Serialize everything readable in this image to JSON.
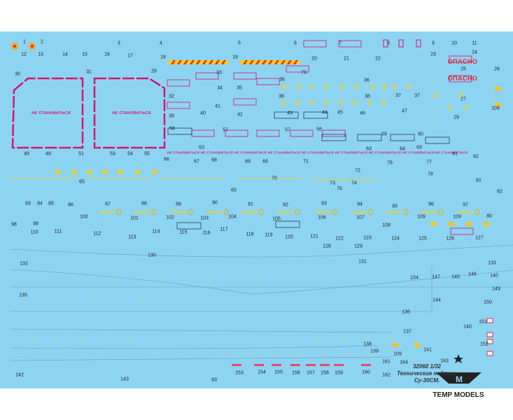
{
  "sheet": {
    "background_color": "#8dd4f3",
    "accent_pink": "#d8126e",
    "accent_yellow": "#f2cf1d",
    "accent_red": "#e8262f"
  },
  "caption": {
    "code": "32060 1/32",
    "line1": "Технические надписи",
    "line2": "Су-30СМ."
  },
  "logo": {
    "text": "TEMP MODELS",
    "mark": "M"
  },
  "warnings": {
    "do_not_step": "НЕ СТАНОВИТЬСЯ",
    "danger": "ОПАСНО"
  },
  "decal_numbers": [
    "1",
    "2",
    "3",
    "4",
    "5",
    "6",
    "7",
    "8",
    "9",
    "10",
    "11",
    "12",
    "13",
    "14",
    "15",
    "16",
    "17",
    "18",
    "19",
    "20",
    "21",
    "22",
    "23",
    "24",
    "30",
    "31",
    "28",
    "33",
    "79",
    "25",
    "26",
    "36",
    "36",
    "34",
    "35",
    "32",
    "38",
    "38",
    "37",
    "37",
    "27",
    "109",
    "39",
    "40",
    "41",
    "42",
    "43",
    "44",
    "45",
    "46",
    "47",
    "29",
    "56",
    "57",
    "57",
    "58",
    "59",
    "60",
    "63",
    "63",
    "64",
    "63",
    "61",
    "62",
    "48",
    "49",
    "51",
    "53",
    "54",
    "55",
    "66",
    "67",
    "68",
    "69",
    "69",
    "71",
    "76",
    "77",
    "78",
    "72",
    "70",
    "65",
    "65",
    "73",
    "74",
    "75",
    "81",
    "82",
    "83",
    "84",
    "85",
    "86",
    "87",
    "88",
    "89",
    "90",
    "91",
    "92",
    "93",
    "94",
    "95",
    "96",
    "97",
    "98",
    "99",
    "100",
    "101",
    "102",
    "103",
    "104",
    "105",
    "106",
    "107",
    "108",
    "109",
    "109",
    "80",
    "110",
    "111",
    "112",
    "113",
    "114",
    "115",
    "116",
    "117",
    "118",
    "119",
    "120",
    "121",
    "122",
    "123",
    "124",
    "125",
    "126",
    "127",
    "128",
    "129",
    "130",
    "131",
    "133",
    "132",
    "134",
    "135",
    "147",
    "145",
    "146",
    "140",
    "149",
    "144",
    "150",
    "136",
    "137",
    "151",
    "140",
    "152",
    "138",
    "139",
    "109",
    "141",
    "161",
    "164",
    "163",
    "142",
    "143",
    "83",
    "153",
    "154",
    "155",
    "156",
    "157",
    "158",
    "159",
    "160",
    "162"
  ]
}
